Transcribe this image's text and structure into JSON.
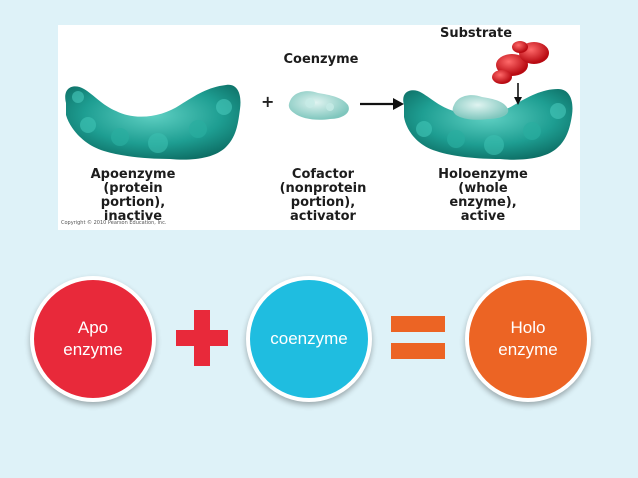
{
  "figure": {
    "substrate_label": "Substrate",
    "coenzyme_label": "Coenzyme",
    "plus_symbol": "+",
    "apoenzyme_label": "Apoenzyme\n(protein\nportion),\ninactive",
    "cofactor_label": "Cofactor\n(nonprotein\nportion),\nactivator",
    "holoenzyme_label": "Holoenzyme\n(whole\nenzyme),\nactive",
    "copyright": "Copyright © 2010 Pearson Education, Inc.",
    "colors": {
      "enzyme": "#1e9e92",
      "coenzyme": "#9fd6d0",
      "substrate": "#d8131c"
    }
  },
  "equation": {
    "apo_text": "Apo\nenzyme",
    "coenzyme_text": "coenzyme",
    "holo_text": "Holo\nenzyme",
    "colors": {
      "apo": "#e8293a",
      "coenzyme": "#1fbde0",
      "holo": "#ec6424",
      "operator": "#e8293a",
      "equals": "#ec6424"
    },
    "operator_icon": "plus-icon",
    "equals_icon": "equals-icon"
  }
}
